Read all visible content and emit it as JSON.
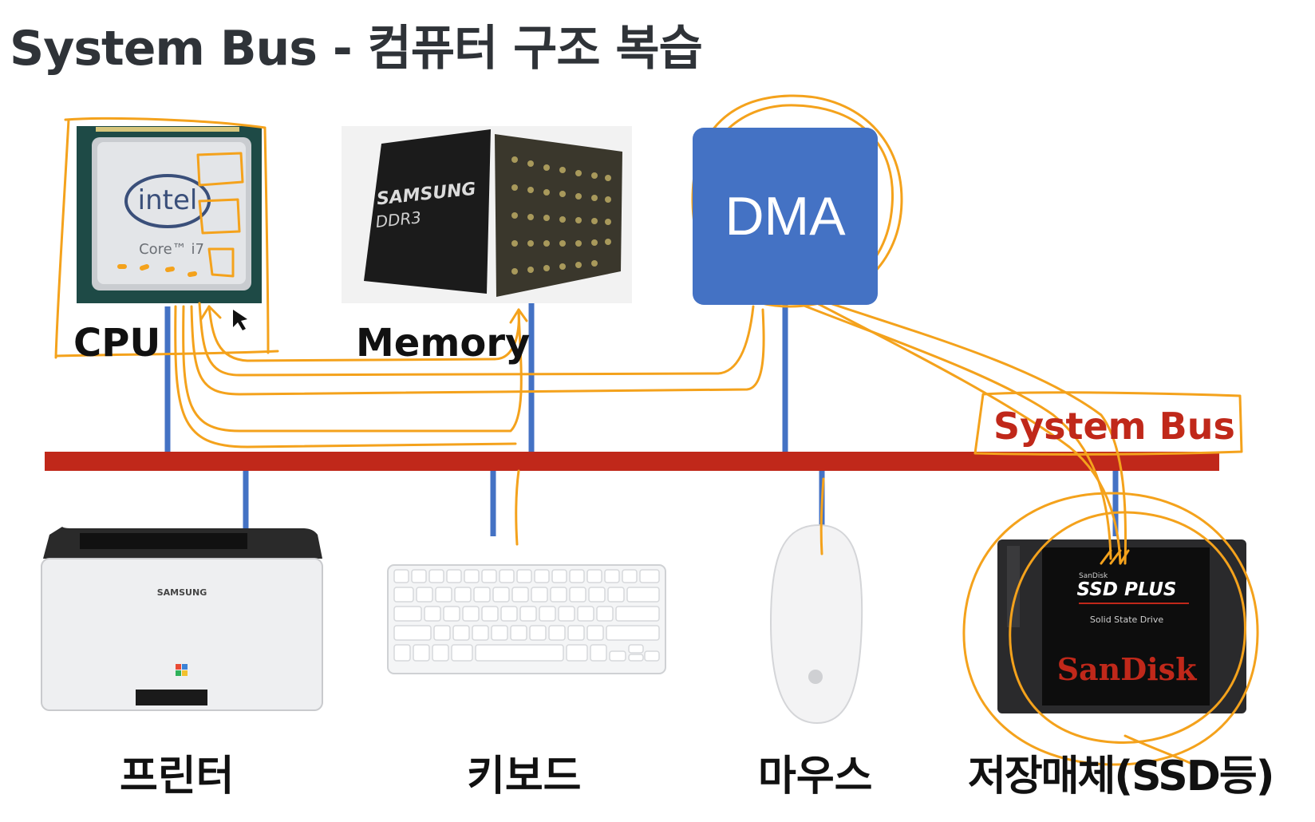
{
  "title": "System Bus - 컴퓨터 구조 복습",
  "components": {
    "cpu": {
      "label": "CPU",
      "chip_brand": "intel",
      "chip_model": "Core™ i7"
    },
    "memory": {
      "label": "Memory",
      "chip_brand": "SAMSUNG",
      "chip_model": "DDR3"
    },
    "dma": {
      "label": "DMA"
    },
    "bus": {
      "label": "System Bus"
    },
    "printer": {
      "label": "프린터",
      "brand": "SAMSUNG"
    },
    "keyboard": {
      "label": "키보드"
    },
    "mouse": {
      "label": "마우스"
    },
    "storage": {
      "label": "저장매체(SSD등)",
      "ssd_small": "SanDisk",
      "ssd_model": "SSD PLUS",
      "ssd_desc": "Solid State Drive",
      "ssd_brand": "SanDisk"
    }
  },
  "colors": {
    "bus": "#c0281a",
    "connector": "#4472c4",
    "dma": "#4472c4",
    "annotation": "#f4a21c"
  }
}
